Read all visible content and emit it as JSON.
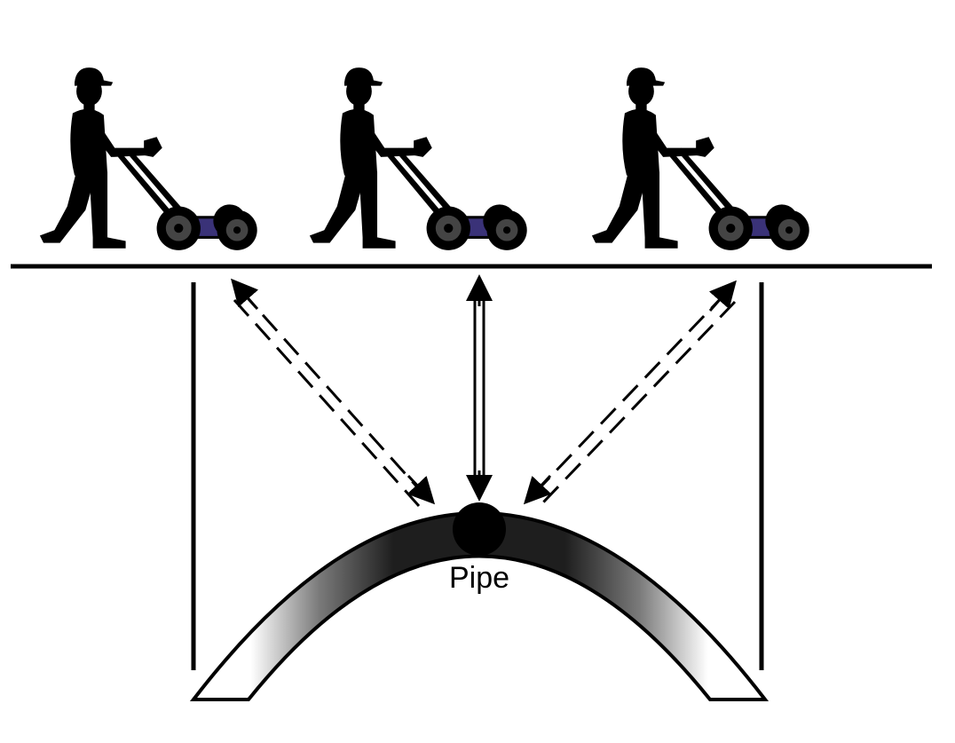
{
  "diagram": {
    "pipe_label": "Pipe",
    "colors": {
      "ink": "#000000",
      "background": "#ffffff",
      "gpr_body": "#3a3278"
    },
    "operators": [
      {
        "id": "left",
        "icon": "operator-with-gpr-cart-icon"
      },
      {
        "id": "center",
        "icon": "operator-with-gpr-cart-icon"
      },
      {
        "id": "right",
        "icon": "operator-with-gpr-cart-icon"
      }
    ],
    "signal_paths": [
      {
        "id": "left",
        "style": "dashed-double"
      },
      {
        "id": "center",
        "style": "solid-double"
      },
      {
        "id": "right",
        "style": "dashed-double"
      }
    ]
  }
}
